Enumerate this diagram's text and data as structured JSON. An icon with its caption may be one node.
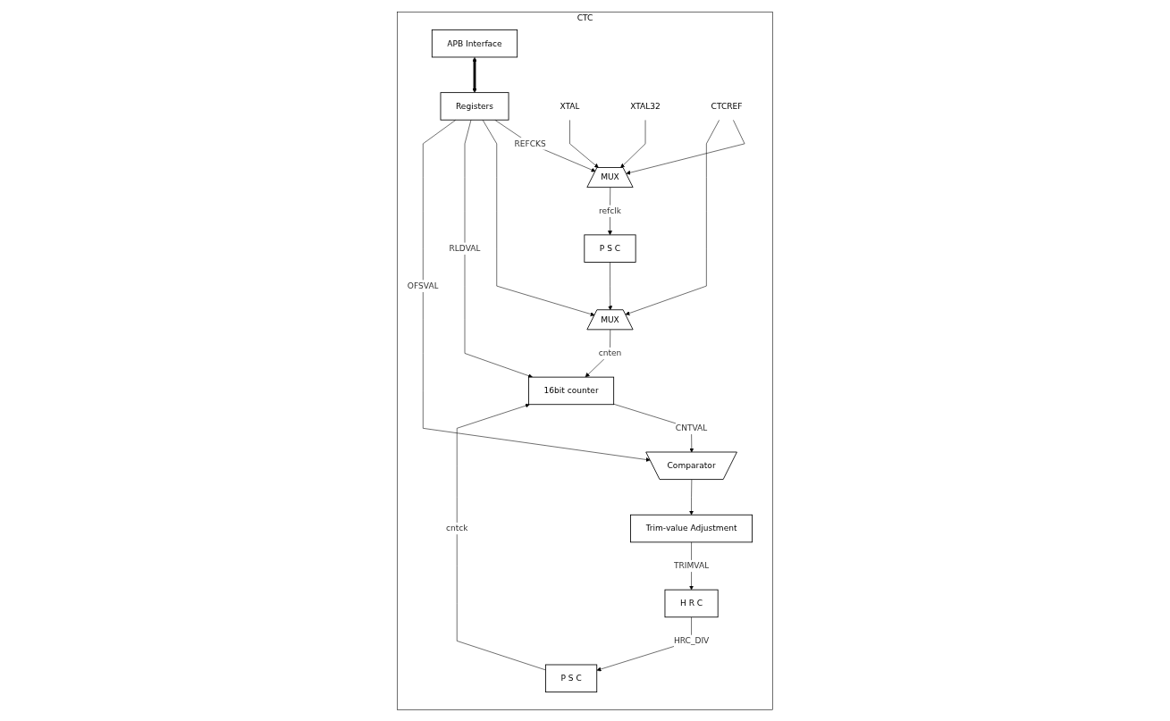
{
  "diagram": {
    "nodes": [
      {
        "text": [
          "CTC"
        ]
      },
      {
        "text": [
          "APB Interface"
        ],
        "in": 0
      },
      {
        "text": [
          "Registers"
        ],
        "in": 0
      },
      {
        "text": [
          "XTAL"
        ],
        "in": 0
      },
      {
        "text": [
          "XTAL32"
        ],
        "in": 0
      },
      {
        "text": [
          "CTCREF"
        ],
        "in": 0
      },
      {
        "text": [
          "MUX"
        ],
        "in": 0
      },
      {
        "text": [
          "P S C"
        ],
        "in": 0
      },
      {
        "text": [
          "MUX"
        ],
        "in": 0
      },
      {
        "text": [
          "16bit counter"
        ],
        "in": 0
      },
      {
        "text": [
          "H R C"
        ],
        "in": 0
      },
      {
        "text": [
          "P S C"
        ],
        "in": 0
      },
      {
        "text": [
          "Trim-value Adjustment"
        ],
        "in": 0
      },
      {
        "text": [
          "Comparator"
        ],
        "in": 0
      }
    ],
    "edges": [
      {
        "from": 1,
        "to": 2,
        "arrow": "both",
        "style": "thick"
      },
      {
        "from": 2,
        "to": 6,
        "arrow": "to",
        "label": "REFCKS"
      },
      {
        "from": 2,
        "to": 8,
        "arrow": "to"
      },
      {
        "from": 2,
        "to": 9,
        "arrow": "to",
        "label": "RLDVAL"
      },
      {
        "from": 2,
        "to": 13,
        "arrow": "to",
        "label": "OFSVAL"
      },
      {
        "from": 3,
        "to": 6,
        "arrow": "to"
      },
      {
        "from": 4,
        "to": 6,
        "arrow": "to"
      },
      {
        "from": 5,
        "to": 6,
        "arrow": "to"
      },
      {
        "from": 5,
        "to": 8,
        "arrow": "to"
      },
      {
        "from": 6,
        "to": 7,
        "arrow": "to",
        "label": "refclk"
      },
      {
        "from": 7,
        "to": 8,
        "arrow": "to"
      },
      {
        "from": 8,
        "to": 9,
        "arrow": "to",
        "label": "cnten"
      },
      {
        "from": 10,
        "to": 11,
        "arrow": "to",
        "label": "HRC_DIV"
      },
      {
        "from": 11,
        "to": 9,
        "arrow": "to",
        "label": "cntck"
      },
      {
        "from": 9,
        "to": 13,
        "arrow": "to",
        "label": "CNTVAL"
      },
      {
        "from": 13,
        "to": 12,
        "arrow": "to"
      },
      {
        "from": 12,
        "to": 10,
        "arrow": "to",
        "label": "TRIMVAL"
      }
    ]
  }
}
